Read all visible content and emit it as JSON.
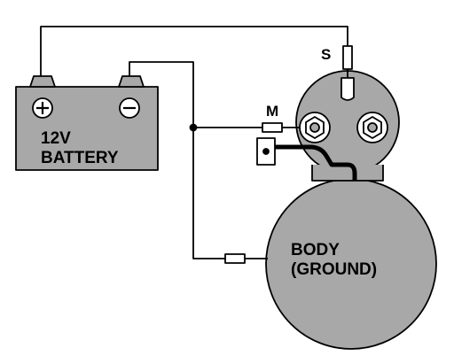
{
  "battery": {
    "label_line1": "12V",
    "label_line2": "BATTERY",
    "positive_symbol": "+",
    "negative_symbol": "−"
  },
  "solenoid": {
    "terminal_s": "S",
    "terminal_m": "M"
  },
  "starter_body": {
    "label_line1": "BODY",
    "label_line2": "(GROUND)"
  },
  "colors": {
    "line": "#000000",
    "background": "#ffffff",
    "fill": "#a8a8a8"
  }
}
